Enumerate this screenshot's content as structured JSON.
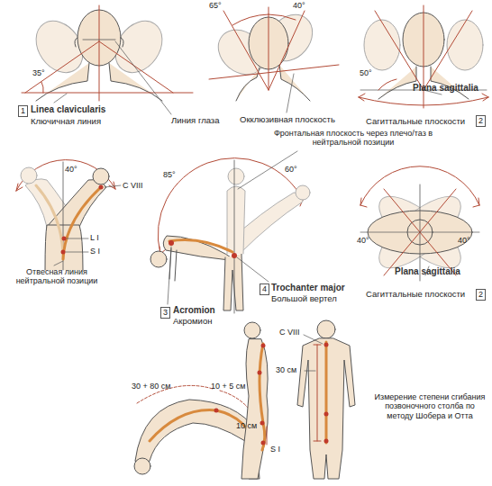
{
  "diagram": {
    "nodes": [
      {
        "text": [
          "1"
        ]
      },
      {
        "text": [
          "2"
        ]
      },
      {
        "text": [
          "4"
        ]
      },
      {
        "text": [
          "2"
        ]
      },
      {
        "text": [
          "3"
        ]
      }
    ],
    "labels": [
      "65°",
      "40°",
      "35°",
      "50°",
      "Plana sagittalia",
      "Linea clavicularis",
      "Ключичная линия",
      "Линия глаза",
      "Окклюзивная плоскость",
      "Сагиттальные плоскости",
      "Фронтальная плоскость через плечо/таз в нейтральной позиции",
      "40°",
      "60°",
      "85°",
      "C VIII",
      "L I",
      "S I",
      "40°",
      "40°",
      "Отвесная линия нейтральной позиции",
      "Plana sagittalia",
      "Trochanter major",
      "Большой вертел",
      "Сагиттальные плоскости",
      "Acromion",
      "Акромион",
      "C VIII",
      "30 см",
      "30 + 80 см",
      "10 + 5 см",
      "Измерение степени сгибания позвоночного столба по методу Шобера и Отта",
      "10 см",
      "S I"
    ]
  }
}
